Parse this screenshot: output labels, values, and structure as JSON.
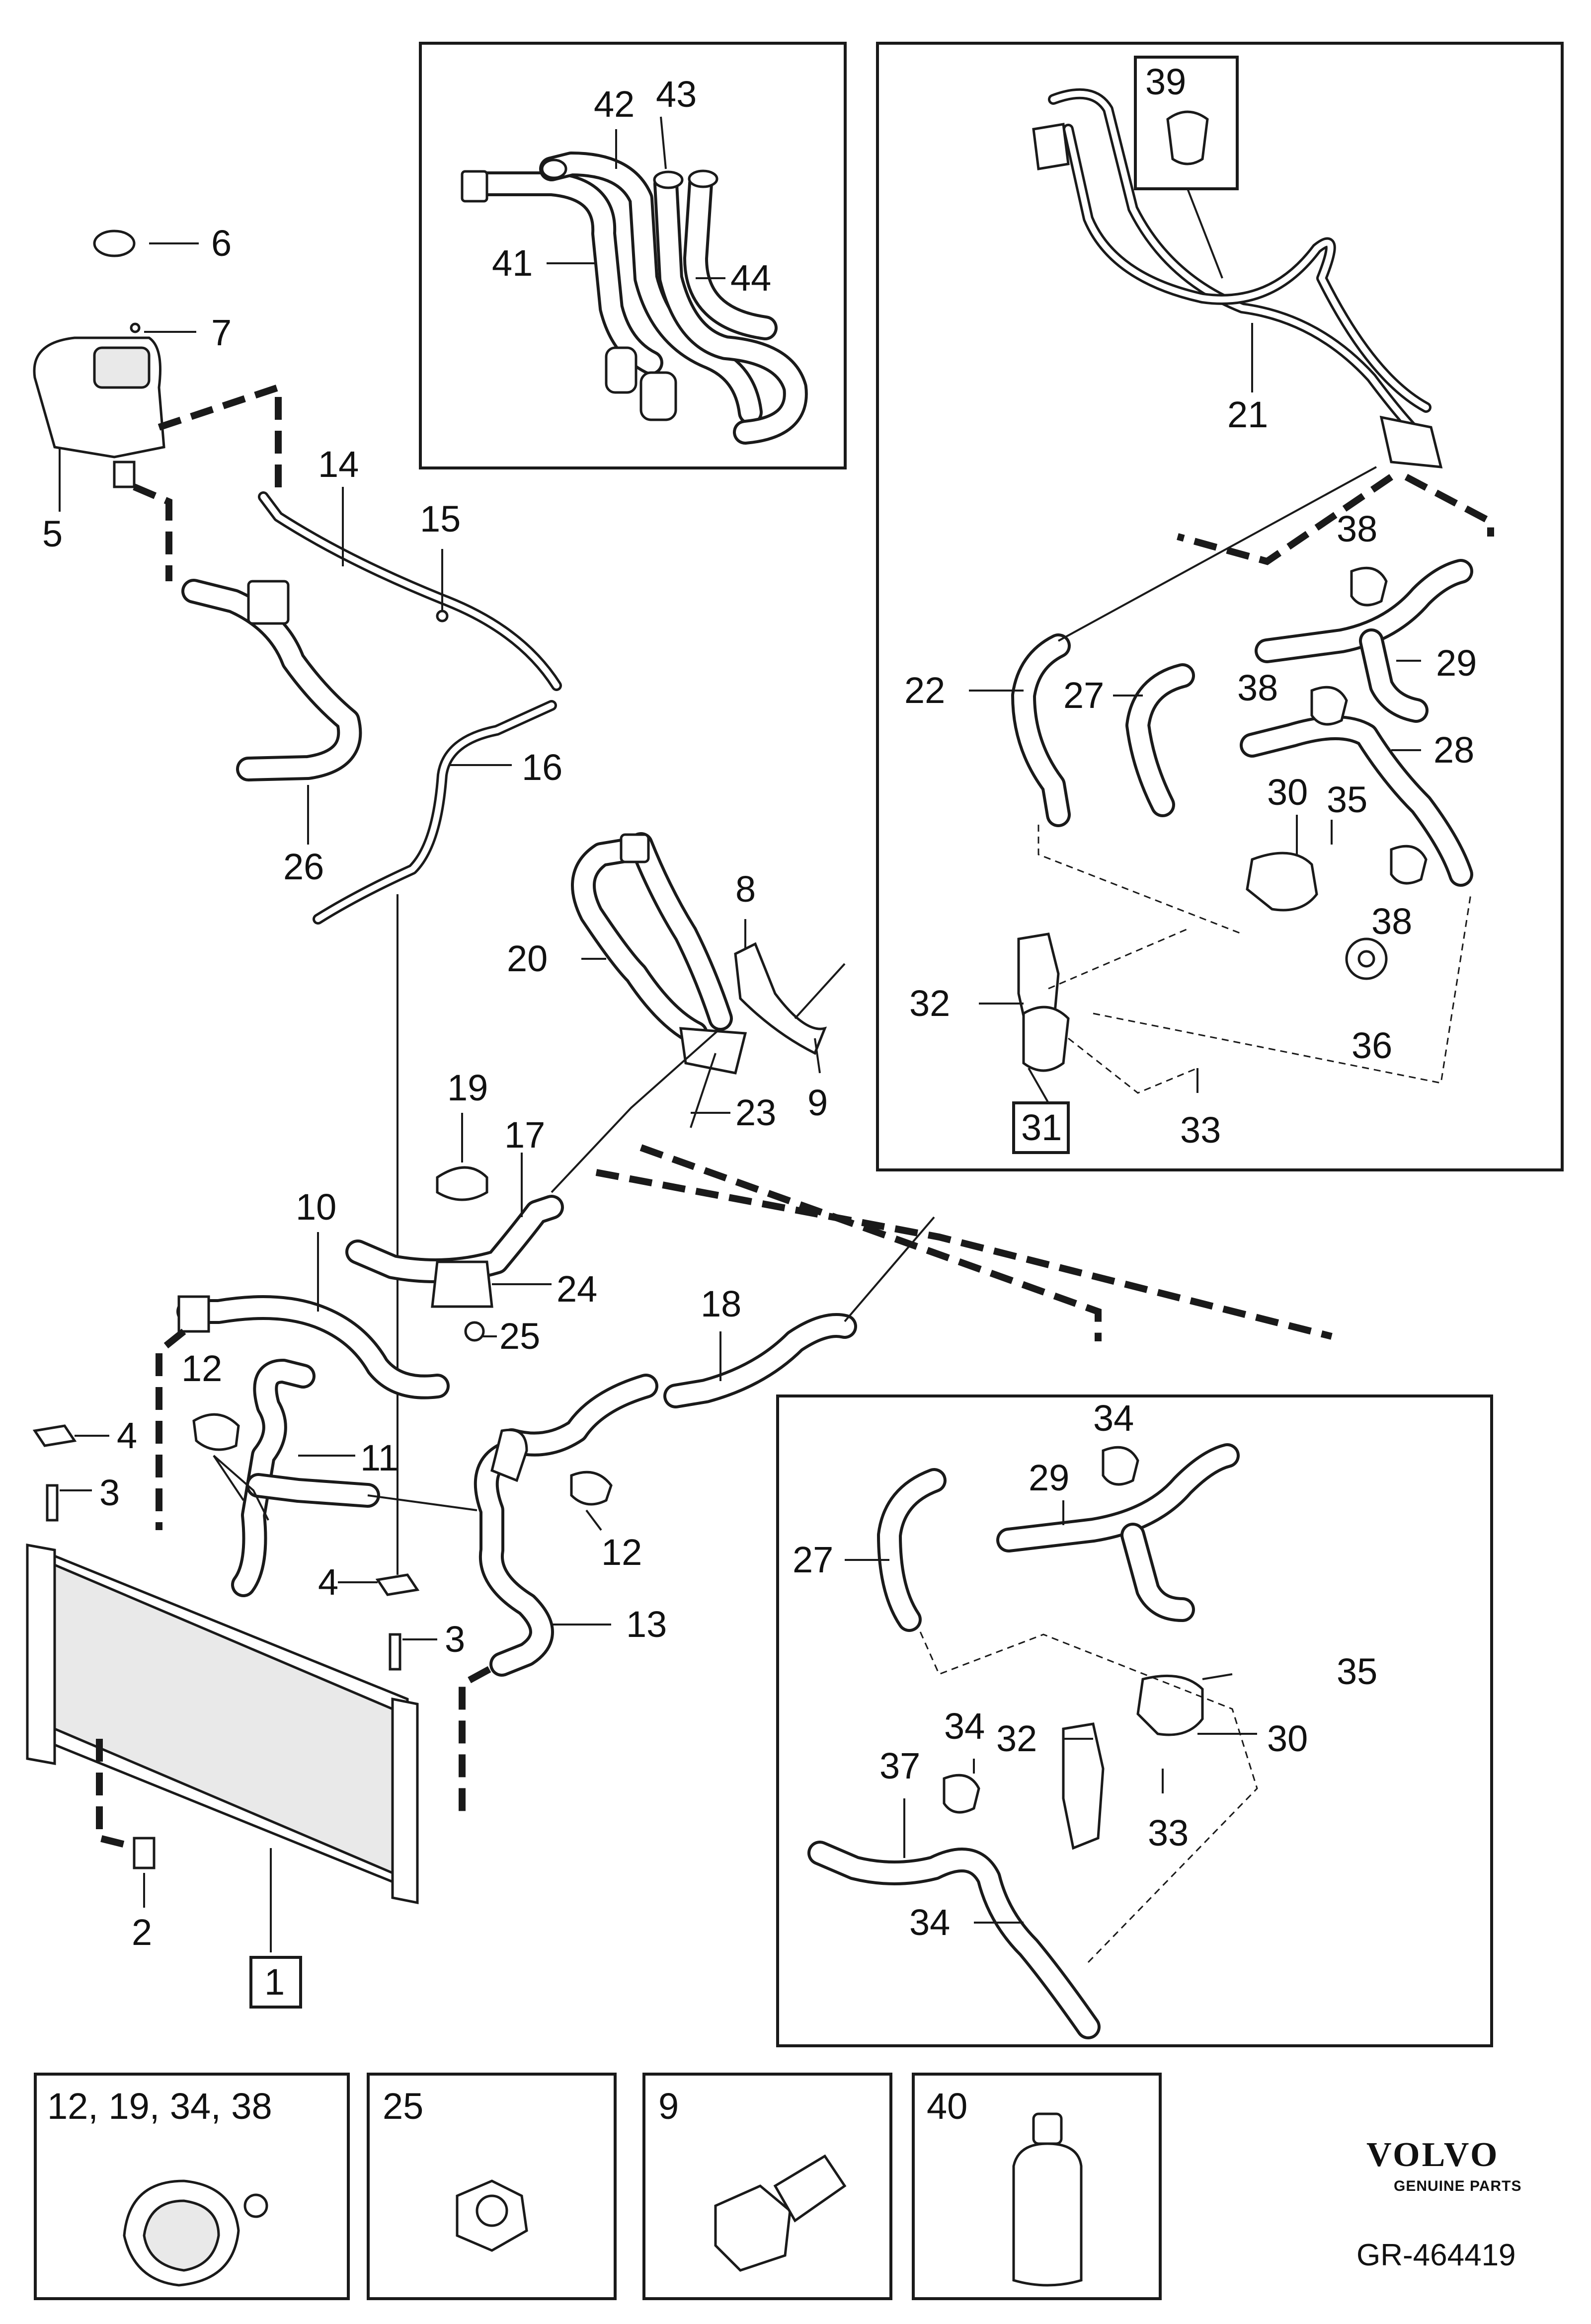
{
  "callouts": {
    "n1": "1",
    "n2": "2",
    "n3a": "3",
    "n3b": "3",
    "n4a": "4",
    "n4b": "4",
    "n5": "5",
    "n6": "6",
    "n7": "7",
    "n8": "8",
    "n9": "9",
    "n10": "10",
    "n11": "11",
    "n12a": "12",
    "n12b": "12",
    "n13": "13",
    "n14": "14",
    "n15": "15",
    "n16": "16",
    "n17": "17",
    "n18": "18",
    "n19": "19",
    "n20": "20",
    "n21": "21",
    "n22": "22",
    "n23": "23",
    "n24": "24",
    "n25": "25",
    "n26": "26",
    "n27a": "27",
    "n27b": "27",
    "n28": "28",
    "n29a": "29",
    "n29b": "29",
    "n30a": "30",
    "n30b": "30",
    "n31": "31",
    "n32a": "32",
    "n32b": "32",
    "n33a": "33",
    "n33b": "33",
    "n34a": "34",
    "n34b": "34",
    "n34c": "34",
    "n35a": "35",
    "n35b": "35",
    "n36": "36",
    "n37": "37",
    "n38a": "38",
    "n38b": "38",
    "n38c": "38",
    "n39": "39",
    "n41": "41",
    "n42": "42",
    "n43": "43",
    "n44": "44"
  },
  "legend_boxes": [
    {
      "label": "12, 19, 34, 38",
      "icon": "hose-clamp-icon"
    },
    {
      "label": "25",
      "icon": "nut-icon"
    },
    {
      "label": "9",
      "icon": "bolt-icon"
    },
    {
      "label": "40",
      "icon": "coolant-bottle-icon"
    }
  ],
  "brand": {
    "name": "VOLVO",
    "subtitle": "GENUINE PARTS",
    "reference": "GR-464419"
  },
  "colors": {
    "line": "#1a1a1a",
    "background": "#ffffff",
    "part_fill": "#e9e9e9"
  }
}
